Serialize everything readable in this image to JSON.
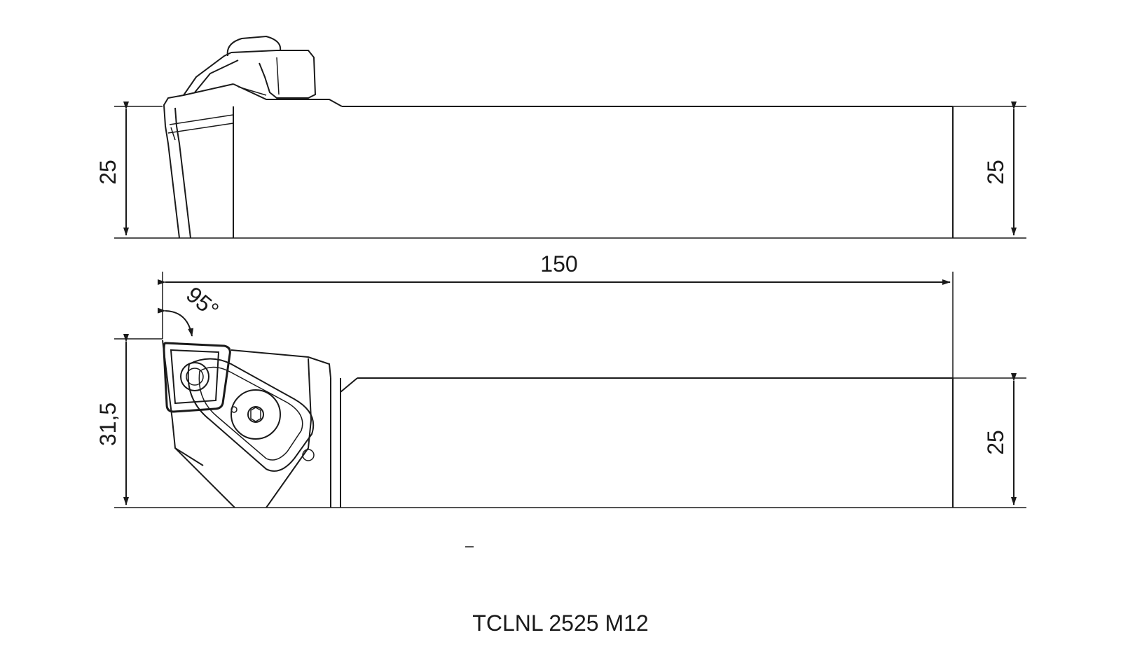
{
  "dimensions": {
    "side_height_left": "25",
    "side_height_right": "25",
    "overall_length": "150",
    "angle": "95°",
    "top_height_left": "31,5",
    "top_height_right": "25"
  },
  "model_label": "TCLNL 2525 M12"
}
